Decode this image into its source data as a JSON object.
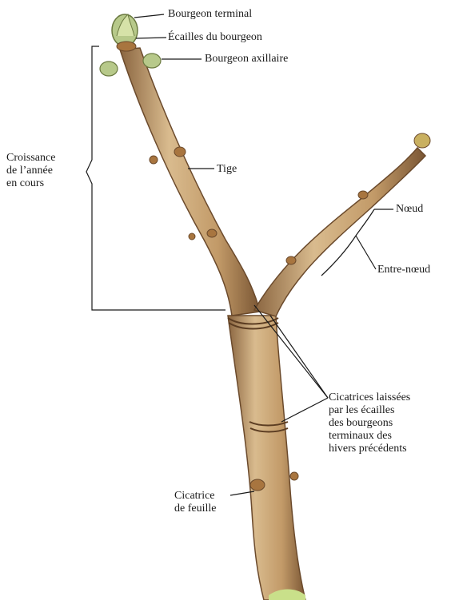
{
  "colors": {
    "bark_light": "#d8b88a",
    "bark_mid": "#b98f5f",
    "bark_dark": "#7a5634",
    "bud_green": "#b7c98a",
    "bud_brown": "#a8753f",
    "line": "#1a1a1a",
    "cut_green": "#c9e08a"
  },
  "labels": {
    "bourgeon_terminal": "Bourgeon terminal",
    "ecailles_bourgeon": "Écailles du bourgeon",
    "bourgeon_axillaire": "Bourgeon axillaire",
    "croissance": [
      "Croissance",
      "de l’année",
      "en cours"
    ],
    "tige": "Tige",
    "noeud": "Nœud",
    "entre_noeud": "Entre-nœud",
    "cicatrices": [
      "Cicatrices laissées",
      "par les écailles",
      "des bourgeons",
      "terminaux des",
      "hivers précédents"
    ],
    "cicatrice_feuille": [
      "Cicatrice",
      "de feuille"
    ]
  }
}
